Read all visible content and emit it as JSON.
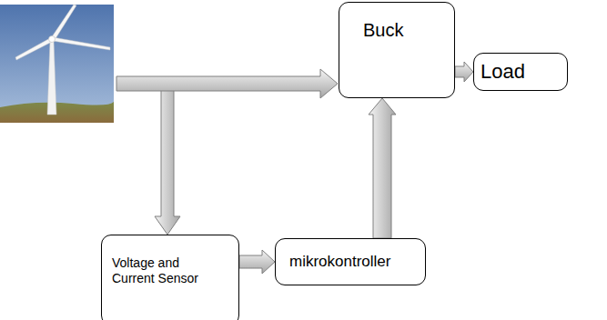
{
  "diagram": {
    "nodes": [
      {
        "text": [
          "Buck"
        ]
      },
      {
        "text": [
          "Load"
        ]
      },
      {
        "text": [
          "Voltage and Current Sensor"
        ]
      },
      {
        "text": [
          "mikrokontroller"
        ]
      }
    ],
    "edges": [
      {
        "from": 2,
        "to": 3,
        "arrow": "to"
      },
      {
        "from": 3,
        "to": 0,
        "arrow": "to"
      },
      {
        "from": 0,
        "to": 1,
        "arrow": "to"
      }
    ]
  }
}
